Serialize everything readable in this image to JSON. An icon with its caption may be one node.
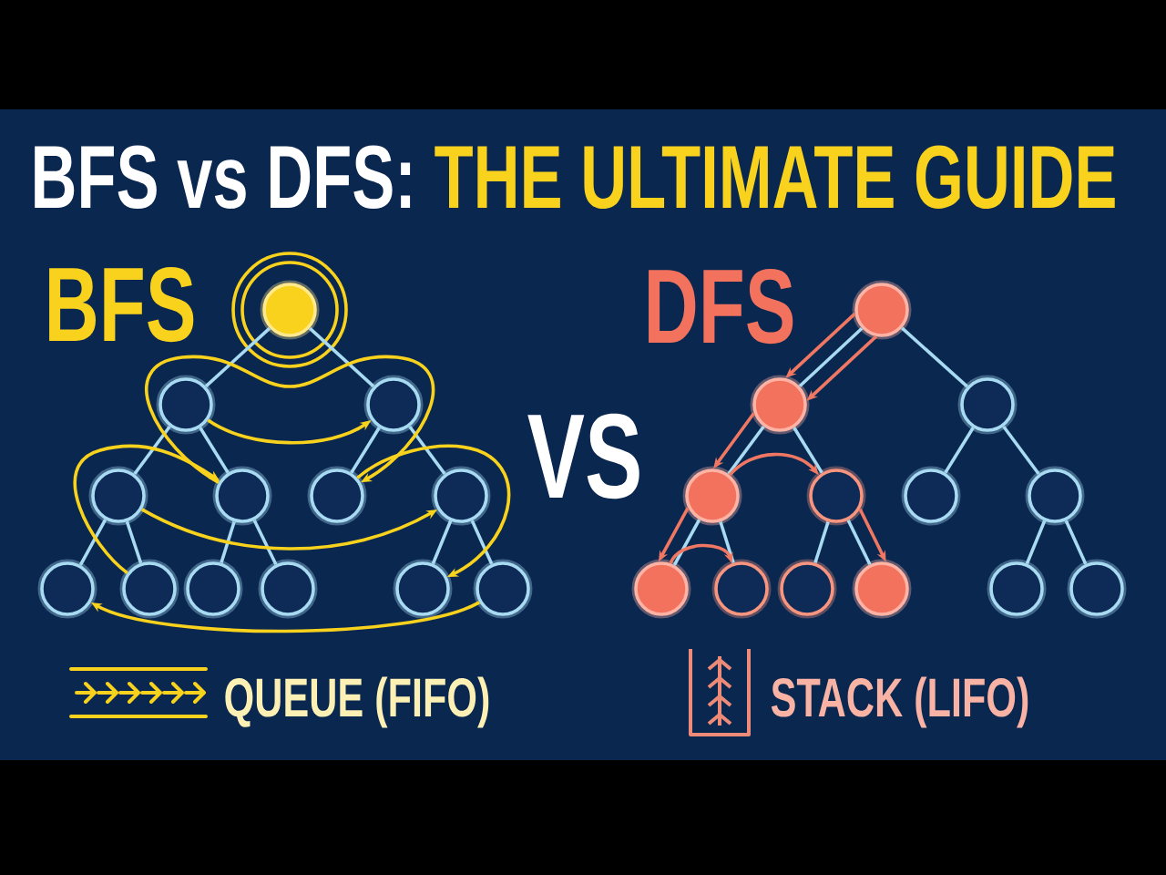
{
  "diagram": {
    "title": "BFS vs DFS: THE ULTIMATE GUIDE",
    "nodes": [
      {
        "text": [],
        "shape": "circle"
      },
      {
        "text": [],
        "shape": "circle"
      },
      {
        "text": [],
        "shape": "circle"
      },
      {
        "text": [],
        "shape": "circle"
      },
      {
        "text": [],
        "shape": "circle"
      },
      {
        "text": [],
        "shape": "circle"
      },
      {
        "text": [],
        "shape": "circle"
      },
      {
        "text": [],
        "shape": "circle"
      },
      {
        "text": [],
        "shape": "circle"
      },
      {
        "text": [],
        "shape": "circle"
      },
      {
        "text": [],
        "shape": "circle"
      },
      {
        "text": [],
        "shape": "circle"
      },
      {
        "text": [],
        "shape": "circle"
      },
      {
        "text": [],
        "shape": "circle"
      },
      {
        "text": [],
        "shape": "circle"
      },
      {
        "text": [],
        "shape": "circle"
      },
      {
        "text": [],
        "shape": "circle"
      },
      {
        "text": [],
        "shape": "circle"
      },
      {
        "text": [],
        "shape": "circle"
      },
      {
        "text": [],
        "shape": "circle"
      },
      {
        "text": [],
        "shape": "circle"
      },
      {
        "text": [],
        "shape": "circle"
      },
      {
        "text": [],
        "shape": "circle"
      },
      {
        "text": [],
        "shape": "circle"
      },
      {
        "text": [],
        "shape": "circle"
      },
      {
        "text": [],
        "shape": "circle"
      }
    ],
    "edges": [
      {
        "from": 0,
        "to": 1,
        "arrow": "none"
      },
      {
        "from": 0,
        "to": 2,
        "arrow": "none"
      },
      {
        "from": 1,
        "to": 3,
        "arrow": "none"
      },
      {
        "from": 1,
        "to": 4,
        "arrow": "none"
      },
      {
        "from": 2,
        "to": 5,
        "arrow": "none"
      },
      {
        "from": 2,
        "to": 6,
        "arrow": "none"
      },
      {
        "from": 3,
        "to": 7,
        "arrow": "none"
      },
      {
        "from": 3,
        "to": 8,
        "arrow": "none"
      },
      {
        "from": 4,
        "to": 9,
        "arrow": "none"
      },
      {
        "from": 4,
        "to": 10,
        "arrow": "none"
      },
      {
        "from": 6,
        "to": 11,
        "arrow": "none"
      },
      {
        "from": 6,
        "to": 12,
        "arrow": "none"
      },
      {
        "from": 1,
        "to": 2,
        "arrow": "to",
        "color": "#f8d21c"
      },
      {
        "from": 4,
        "to": 5,
        "arrow": "to",
        "color": "#f8d21c"
      },
      {
        "from": 8,
        "to": 4,
        "arrow": "to",
        "color": "#f8d21c"
      },
      {
        "from": 3,
        "to": 6,
        "arrow": "to",
        "color": "#f8d21c"
      },
      {
        "from": 5,
        "to": 11,
        "arrow": "to",
        "color": "#f8d21c"
      },
      {
        "from": 12,
        "to": 7,
        "arrow": "to",
        "color": "#f8d21c"
      },
      {
        "from": 13,
        "to": 14,
        "arrow": "none"
      },
      {
        "from": 13,
        "to": 15,
        "arrow": "none"
      },
      {
        "from": 14,
        "to": 16,
        "arrow": "none"
      },
      {
        "from": 14,
        "to": 17,
        "arrow": "none"
      },
      {
        "from": 15,
        "to": 18,
        "arrow": "none"
      },
      {
        "from": 15,
        "to": 19,
        "arrow": "none"
      },
      {
        "from": 16,
        "to": 20,
        "arrow": "none"
      },
      {
        "from": 16,
        "to": 21,
        "arrow": "none"
      },
      {
        "from": 17,
        "to": 22,
        "arrow": "none"
      },
      {
        "from": 17,
        "to": 23,
        "arrow": "none"
      },
      {
        "from": 19,
        "to": 24,
        "arrow": "none"
      },
      {
        "from": 19,
        "to": 25,
        "arrow": "none"
      },
      {
        "from": 13,
        "to": 14,
        "arrow": "to",
        "color": "#f07863"
      },
      {
        "from": 13,
        "to": 14,
        "arrow": "to",
        "color": "#f07863"
      },
      {
        "from": 14,
        "to": 16,
        "arrow": "to",
        "color": "#f07863"
      },
      {
        "from": 16,
        "to": 17,
        "arrow": "to",
        "color": "#f07863"
      },
      {
        "from": 16,
        "to": 20,
        "arrow": "to",
        "color": "#f07863"
      },
      {
        "from": 20,
        "to": 21,
        "arrow": "to",
        "color": "#f07863"
      },
      {
        "from": 17,
        "to": 23,
        "arrow": "to",
        "color": "#f07863"
      }
    ],
    "labels": [
      "BFS",
      "DFS",
      "VS",
      "QUEUE (FIFO)",
      "STACK (LIFO)"
    ]
  }
}
